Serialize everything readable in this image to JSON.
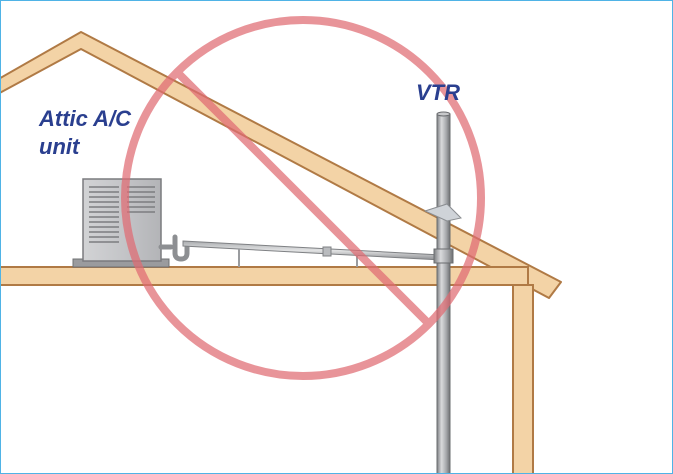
{
  "labels": {
    "attic_unit_line1": "Attic A/C",
    "attic_unit_line2": "unit",
    "vent": "VTR"
  },
  "colors": {
    "wood_fill": "#f3d3a6",
    "wood_stroke": "#b07a45",
    "label": "#2a3f8f",
    "prohibition": "#e06b73",
    "frame": "#4fb3e6"
  }
}
